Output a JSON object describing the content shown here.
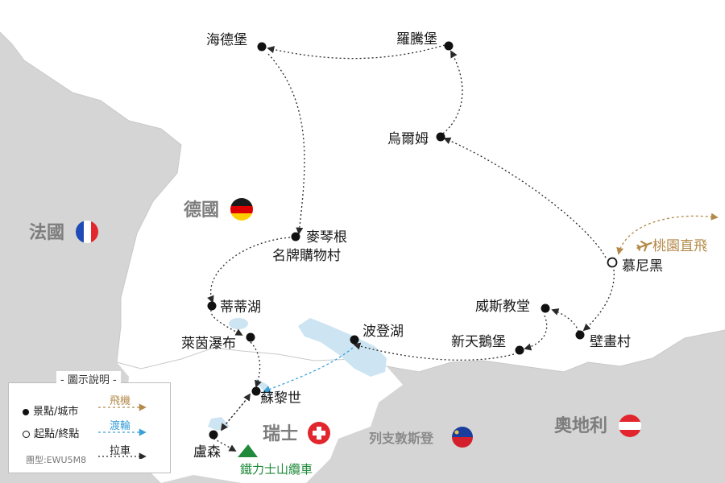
{
  "map": {
    "countries": {
      "germany": "德國",
      "france": "法國",
      "switzerland": "瑞士",
      "austria": "奧地利",
      "liechtenstein": "列支敦斯登"
    },
    "cities": {
      "heidelberg": "海德堡",
      "rothenburg": "羅騰堡",
      "ulm": "烏爾姆",
      "munich": "慕尼黑",
      "wieskirche": "威斯教堂",
      "neuschwanstein": "新天鵝堡",
      "oberammergau": "壁畫村",
      "bodensee": "波登湖",
      "metzingen_line1": "麥琴根",
      "metzingen_line2": "名牌購物村",
      "titisee": "蒂蒂湖",
      "rhine_falls": "萊茵瀑布",
      "zurich": "蘇黎世",
      "lucerne": "盧森",
      "mountain_railway": "鐵力士山纜車"
    },
    "flight_label": "桃園直飛"
  },
  "legend": {
    "title": "- 圖示說明 -",
    "spot": "景點/城市",
    "start_end": "起點/終點",
    "flight": "飛機",
    "ferry": "渡輪",
    "coach": "拉車",
    "code": "團型:EWU5M8"
  },
  "colors": {
    "land_neighbor": "#d5d5d5",
    "land_main": "#ffffff",
    "water": "#cde4f2",
    "flight": "#b38a4a",
    "ferry": "#3aa0d8",
    "route": "#2a2a2a",
    "mountain": "#1f8a3a"
  }
}
